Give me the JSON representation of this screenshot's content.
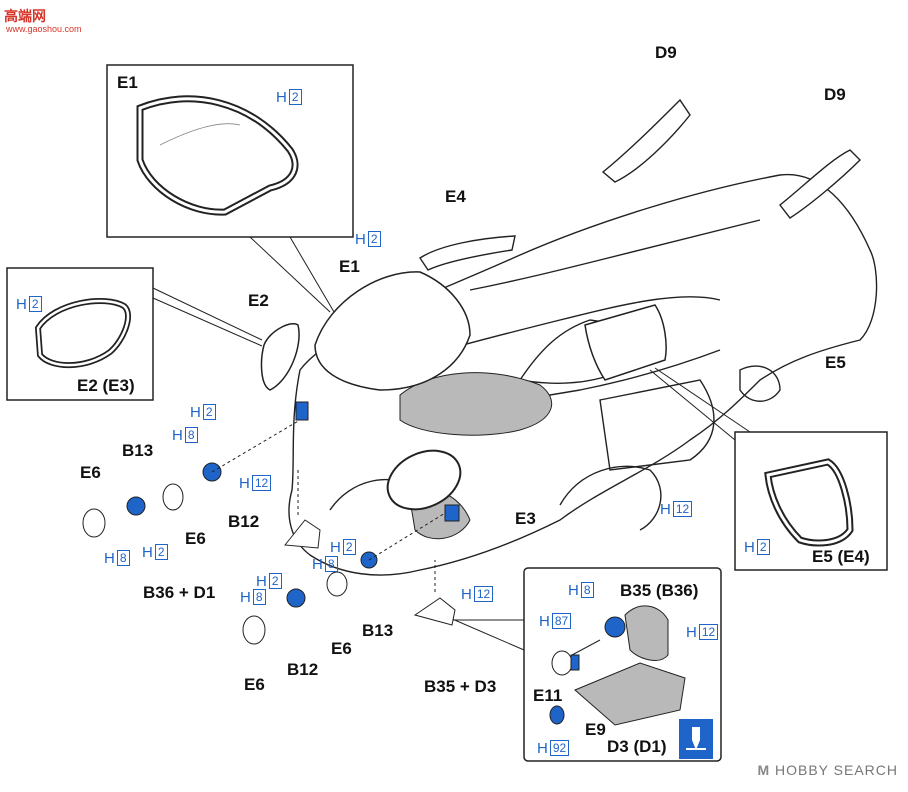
{
  "watermark_logo": "高端网",
  "watermark_url": "www.gaoshou.com",
  "watermark_search": "HOBBY SEARCH",
  "watermark_symbol": "M",
  "colors": {
    "highlight": "#1f64c8",
    "line": "#222222",
    "shade": "#b9b9b9"
  },
  "parts": {
    "d9_left": "D9",
    "d9_right": "D9",
    "e4": "E4",
    "e1_main": "E1",
    "e1_box": "E1",
    "e2": "E2",
    "e2_box": "E2 (E3)",
    "e5": "E5",
    "e5_box": "E5 (E4)",
    "e3": "E3",
    "e6_a": "E6",
    "e6_b": "E6",
    "e6_c": "E6",
    "e6_d": "E6",
    "b13_a": "B13",
    "b13_b": "B13",
    "b12_a": "B12",
    "b12_b": "B12",
    "b36_d1": "B36 + D1",
    "b35_d3": "B35 + D3",
    "b35_b36": "B35 (B36)",
    "e11": "E11",
    "e9": "E9",
    "d3_d1": "D3 (D1)"
  },
  "h_prefix": "H",
  "h_labels": {
    "h2_e1box": "2",
    "h2_e1": "2",
    "h2_e2box": "2",
    "h2_d_upper": "2",
    "h8_upper": "8",
    "h12_upper": "12",
    "h8_b13a": "8",
    "h2_b13a": "2",
    "h2_mid": "2",
    "h8_mid": "8",
    "h2_low": "2",
    "h8_low": "8",
    "h12_e3": "12",
    "h12_b35": "12",
    "h12_inset": "12",
    "h8_inset": "8",
    "h87_inset": "87",
    "h92_inset": "92",
    "h2_e5box": "2"
  }
}
